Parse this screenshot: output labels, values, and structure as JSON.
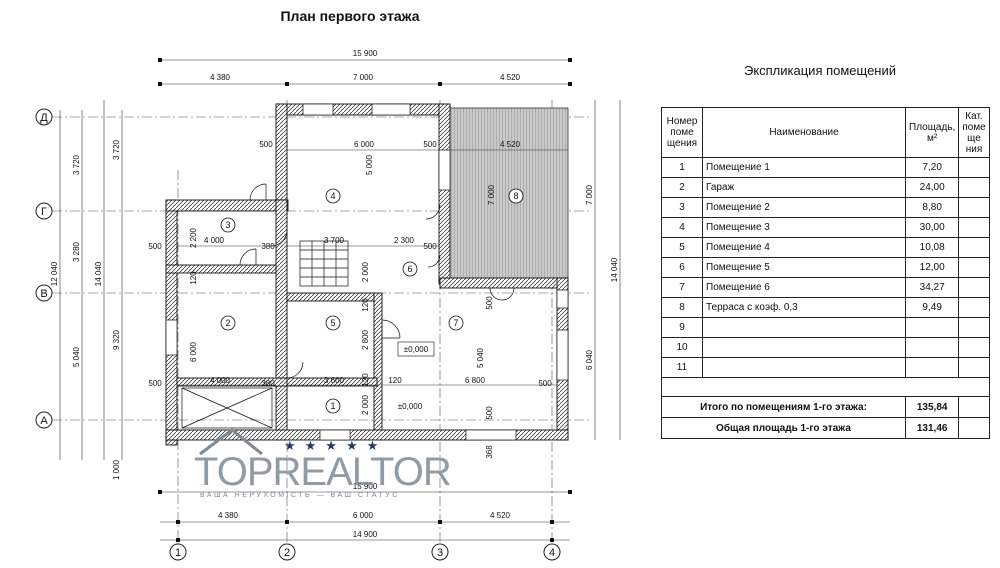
{
  "plan_title": "План первого этажа",
  "explication_title": "Экспликация помещений",
  "dimensions": {
    "top_total": "15 900",
    "top_parts": [
      "4 380",
      "7 000",
      "4 520"
    ],
    "bottom_total": "15 900",
    "bottom_parts": [
      "4 380",
      "6 000",
      "4 520"
    ],
    "bottom_overall": "14 900",
    "left_overall": "12 040",
    "left_outer": "14 040",
    "left_parts": [
      "3 720",
      "3 280",
      "5 040"
    ],
    "left_mid": [
      "3 720",
      "9 320"
    ],
    "left_bottom": "1 000",
    "right_parts": [
      "7 000",
      "6 040"
    ],
    "right_total": "14 040",
    "inner": [
      "6 000",
      "4 520",
      "5 000",
      "7 000",
      "2 200",
      "4 000",
      "3 700",
      "2 300",
      "2 000",
      "2 800",
      "6 000",
      "5 040",
      "4 000",
      "3 600",
      "6 800",
      "2 000",
      "500",
      "380",
      "120",
      "368",
      "±0,000"
    ]
  },
  "axes": {
    "letters": [
      "Д",
      "Г",
      "В",
      "А"
    ],
    "numbers": [
      "1",
      "2",
      "3",
      "4"
    ]
  },
  "rooms": [
    "1",
    "2",
    "3",
    "4",
    "5",
    "6",
    "7",
    "8"
  ],
  "table": {
    "headers": {
      "num": "Номер поме щения",
      "name": "Наименование",
      "area": "Площадь, м²",
      "cat": "Кат. поме ще ния"
    },
    "rows": [
      {
        "n": "1",
        "name": "Помещение 1",
        "area": "7,20"
      },
      {
        "n": "2",
        "name": "Гараж",
        "area": "24,00"
      },
      {
        "n": "3",
        "name": "Помещение 2",
        "area": "8,80"
      },
      {
        "n": "4",
        "name": "Помещение 3",
        "area": "30,00"
      },
      {
        "n": "5",
        "name": "Помещение 4",
        "area": "10,08"
      },
      {
        "n": "6",
        "name": "Помещение 5",
        "area": "12,00"
      },
      {
        "n": "7",
        "name": "Помещение 6",
        "area": "34,27"
      },
      {
        "n": "8",
        "name": "Терраса с коэф. 0,3",
        "area": "9,49"
      },
      {
        "n": "9",
        "name": "",
        "area": ""
      },
      {
        "n": "10",
        "name": "",
        "area": ""
      },
      {
        "n": "11",
        "name": "",
        "area": ""
      }
    ],
    "total1_label": "Итого по помещениям 1-го этажа:",
    "total1_value": "135,84",
    "total2_label": "Общая площадь 1-го этажа",
    "total2_value": "131,46"
  },
  "logo": {
    "text": "TOPREALTOR",
    "tagline": "ВАША НЕРУХОМІСТЬ — ВАШ СТАТУС",
    "stars": "★★★★★",
    "accent": "#1f3b6d"
  }
}
